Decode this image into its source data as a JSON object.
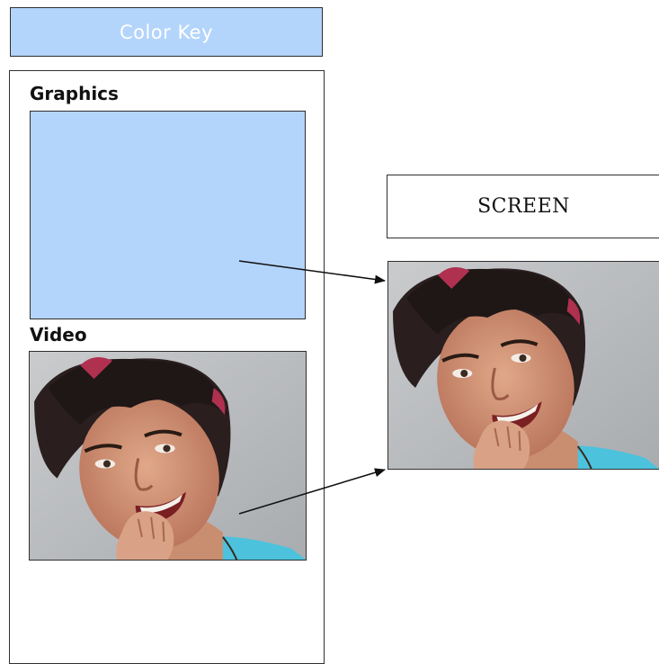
{
  "color_key": {
    "title": "Color Key",
    "color": "#b3d4fb"
  },
  "legend": {
    "graphics_label": "Graphics",
    "video_label": "Video",
    "video_image": "photo-of-smiling-woman"
  },
  "screen": {
    "label": "SCREEN",
    "image": "photo-of-smiling-woman"
  },
  "colors": {
    "graphics_fill": "#b3d4fb",
    "border": "#2f2f2f"
  }
}
